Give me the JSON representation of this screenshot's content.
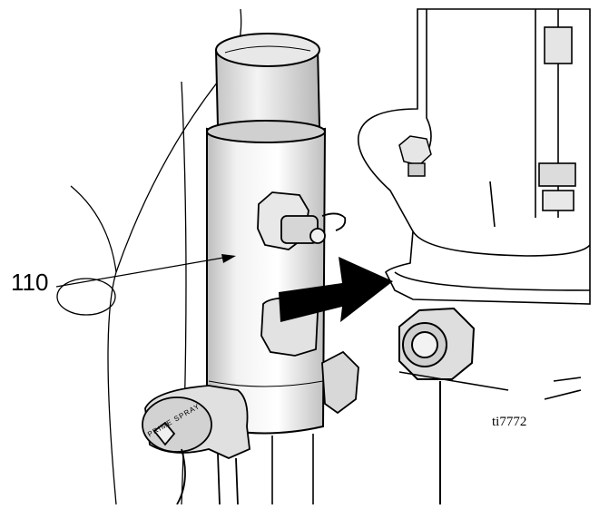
{
  "callout": {
    "label": "110"
  },
  "figure": {
    "id": "ti7772"
  },
  "knob": {
    "text": "PRIME SPRAY"
  },
  "colors": {
    "line": "#000000",
    "shade": "#d9d9d9",
    "arrow": "#000000"
  }
}
